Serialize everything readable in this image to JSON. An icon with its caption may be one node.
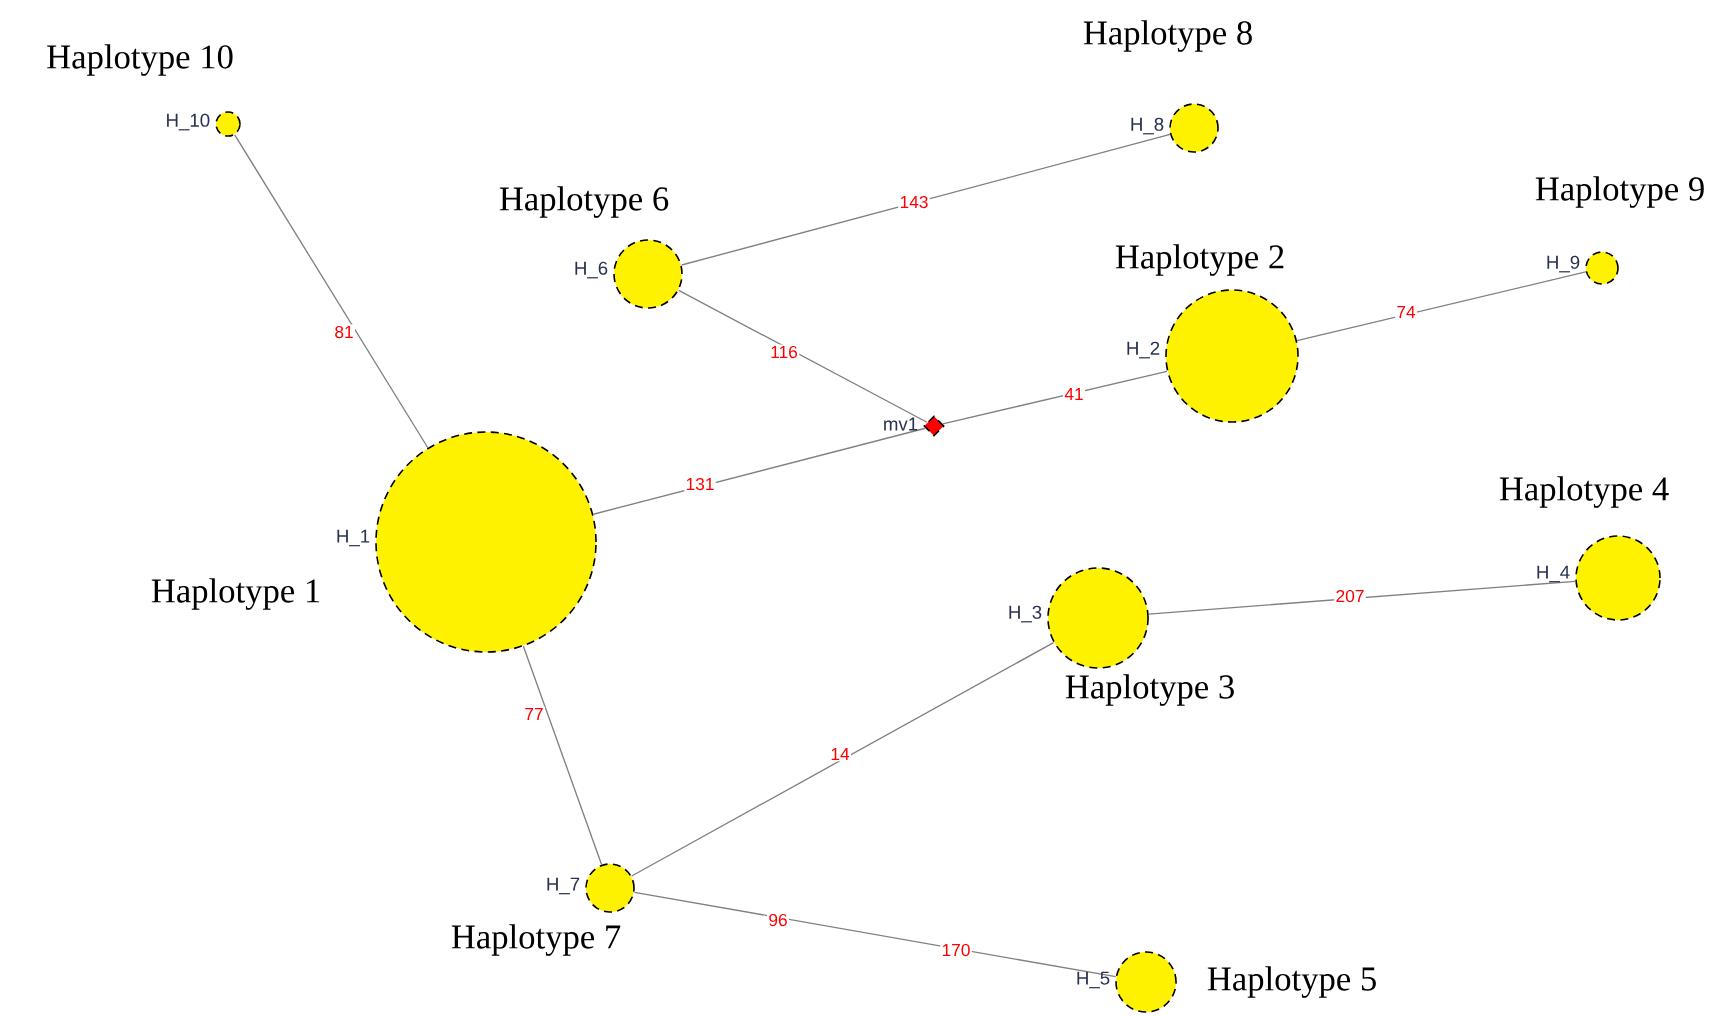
{
  "diagram": {
    "nodes": [
      {
        "text": [],
        "shape": "circle",
        "beside": [
          "H_1",
          "Haplotype 1"
        ]
      },
      {
        "text": [],
        "shape": "circle",
        "beside": [
          "H_2",
          "Haplotype 2"
        ]
      },
      {
        "text": [],
        "shape": "circle",
        "beside": [
          "H_3",
          "Haplotype 3"
        ]
      },
      {
        "text": [],
        "shape": "circle",
        "beside": [
          "H_4",
          "Haplotype 4"
        ]
      },
      {
        "text": [],
        "shape": "circle",
        "beside": [
          "H_5",
          "Haplotype 5"
        ]
      },
      {
        "text": [],
        "shape": "circle",
        "beside": [
          "H_6",
          "Haplotype 6"
        ]
      },
      {
        "text": [],
        "shape": "circle",
        "beside": [
          "H_7",
          "Haplotype 7"
        ]
      },
      {
        "text": [],
        "shape": "circle",
        "beside": [
          "H_8",
          "Haplotype 8"
        ]
      },
      {
        "text": [],
        "shape": "circle",
        "beside": [
          "H_9",
          "Haplotype 9"
        ]
      },
      {
        "text": [],
        "shape": "circle",
        "beside": [
          "H_10",
          "Haplotype 10"
        ]
      },
      {
        "text": [],
        "shape": "diamond",
        "beside": [
          "mv1"
        ]
      }
    ],
    "edges": [
      {
        "from": 9,
        "to": 0,
        "arrow": "none",
        "label": "81"
      },
      {
        "from": 5,
        "to": 7,
        "arrow": "none",
        "label": "143"
      },
      {
        "from": 5,
        "to": 10,
        "arrow": "none",
        "label": "116"
      },
      {
        "from": 10,
        "to": 1,
        "arrow": "none",
        "label": "41"
      },
      {
        "from": 0,
        "to": 10,
        "arrow": "none",
        "label": "131"
      },
      {
        "from": 1,
        "to": 8,
        "arrow": "none",
        "label": "74"
      },
      {
        "from": 2,
        "to": 3,
        "arrow": "none",
        "label": "207"
      },
      {
        "from": 0,
        "to": 6,
        "arrow": "none",
        "label": "77"
      },
      {
        "from": 6,
        "to": 2,
        "arrow": "none",
        "label": "14"
      },
      {
        "from": 6,
        "to": 4,
        "arrow": "none",
        "label": "96"
      }
    ],
    "labels": [
      "170"
    ]
  }
}
